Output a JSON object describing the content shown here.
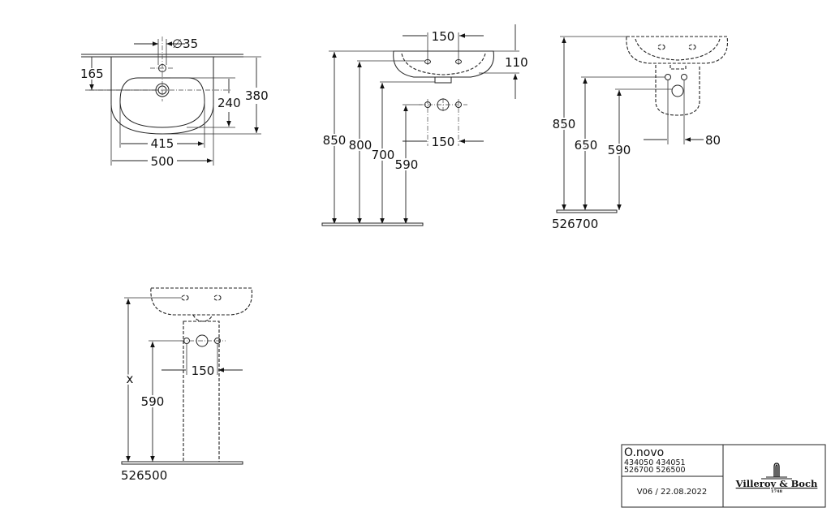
{
  "top_view": {
    "tap_hole_diameter": "∅35",
    "dim_165": "165",
    "dim_240": "240",
    "dim_380": "380",
    "dim_415": "415",
    "dim_500": "500"
  },
  "side_view": {
    "dim_150_top": "150",
    "dim_110": "110",
    "dim_850": "850",
    "dim_800": "800",
    "dim_700": "700",
    "dim_590": "590",
    "dim_150_bottom": "150"
  },
  "semi_pedestal_view": {
    "dim_850": "850",
    "dim_650": "650",
    "dim_590": "590",
    "dim_80": "80",
    "article": "526700"
  },
  "pedestal_view": {
    "dim_x": "x",
    "dim_590": "590",
    "dim_150": "150",
    "article": "526500"
  },
  "title_block": {
    "product": "O.novo",
    "articles_line1": "434050 434051",
    "articles_line2": "526700 526500",
    "version": "V06 / 22.08.2022",
    "brand": "Villeroy & Boch",
    "brand_year": "1748"
  }
}
